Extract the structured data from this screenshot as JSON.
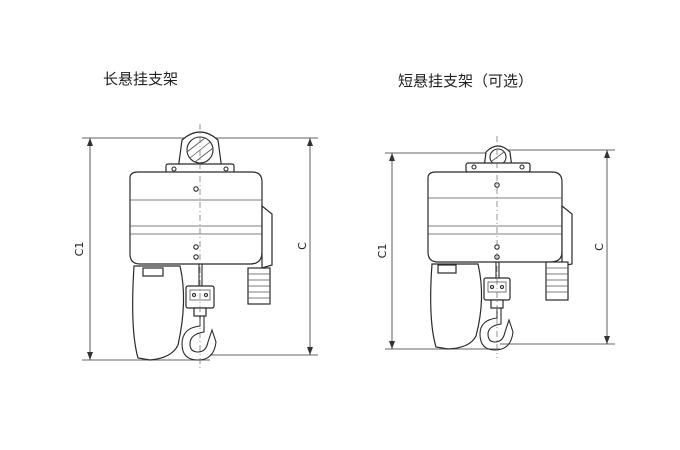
{
  "figures": [
    {
      "title": "长悬挂支架",
      "dim_outer": "C1",
      "dim_inner": "C"
    },
    {
      "title": "短悬挂支架（可选）",
      "dim_outer": "C1",
      "dim_inner": "C"
    }
  ]
}
